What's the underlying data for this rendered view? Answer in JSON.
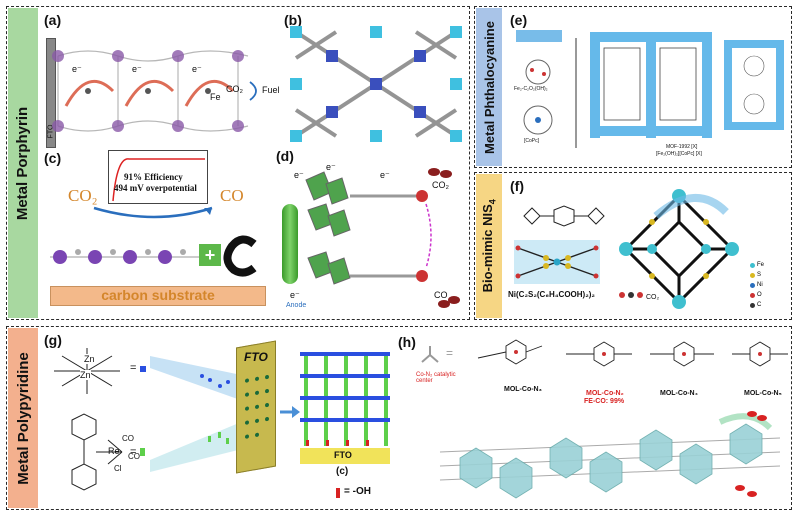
{
  "panels": {
    "porphyrin": {
      "title": "Metal Porphyrin",
      "color": "#a8d8a0"
    },
    "phthalocyanine": {
      "title": "Metal Phthalocyanine",
      "color": "#a9c4e8"
    },
    "nis4": {
      "title": "Bio-mimic NIS",
      "title_sub": "4",
      "color": "#f6d684"
    },
    "polypyridine": {
      "title": "Metal Polypyridine",
      "color": "#f3b08e"
    }
  },
  "labels": {
    "a": "(a)",
    "b": "(b)",
    "c": "(c)",
    "d": "(d)",
    "e": "(e)",
    "f": "(f)",
    "g": "(g)",
    "h": "(h)"
  },
  "panel_a": {
    "electron": "e⁻",
    "fe": "Fe",
    "co2": "CO₂",
    "fuel": "Fuel",
    "fto": "FTO"
  },
  "panel_c": {
    "efficiency": "91% Efficiency",
    "overpotential": "494 mV overpotential",
    "reactant": "CO₂",
    "product": "CO",
    "substrate": "carbon substrate"
  },
  "panel_d": {
    "electron": "e⁻",
    "co2": "CO₂",
    "co": "CO",
    "anode": "Anode"
  },
  "panel_e": {
    "mof_line1": "MOF-1992 [X]",
    "mof_line2": "[Fe₂(OH)₂][CoPc] [X]",
    "linker": "Fe₂-C₂O₂(OH)₂",
    "copc": "[CoPc]"
  },
  "panel_f": {
    "formula": "Ni(C₂S₂(C₆H₄COOH)₂)₂",
    "co2": "CO₂",
    "legend": [
      "Fe",
      "S",
      "Ni",
      "O",
      "C"
    ]
  },
  "panel_g": {
    "zn": "Zn",
    "re": "Re",
    "co": "CO",
    "cl": "Cl",
    "fto": "FTO",
    "fto_base": "FTO",
    "sub": "(c)",
    "legend_oh": "= -OH"
  },
  "panel_h": {
    "center_label": "Co-N₂ catalytic center",
    "mol1": "MOL-Co-N₃",
    "mol2": "MOL-Co-N₂",
    "mol2_fe": "FE-CO: 99%",
    "mol3": "MOL-Co-N₄",
    "mol4": "MOL-Co-N₅"
  }
}
